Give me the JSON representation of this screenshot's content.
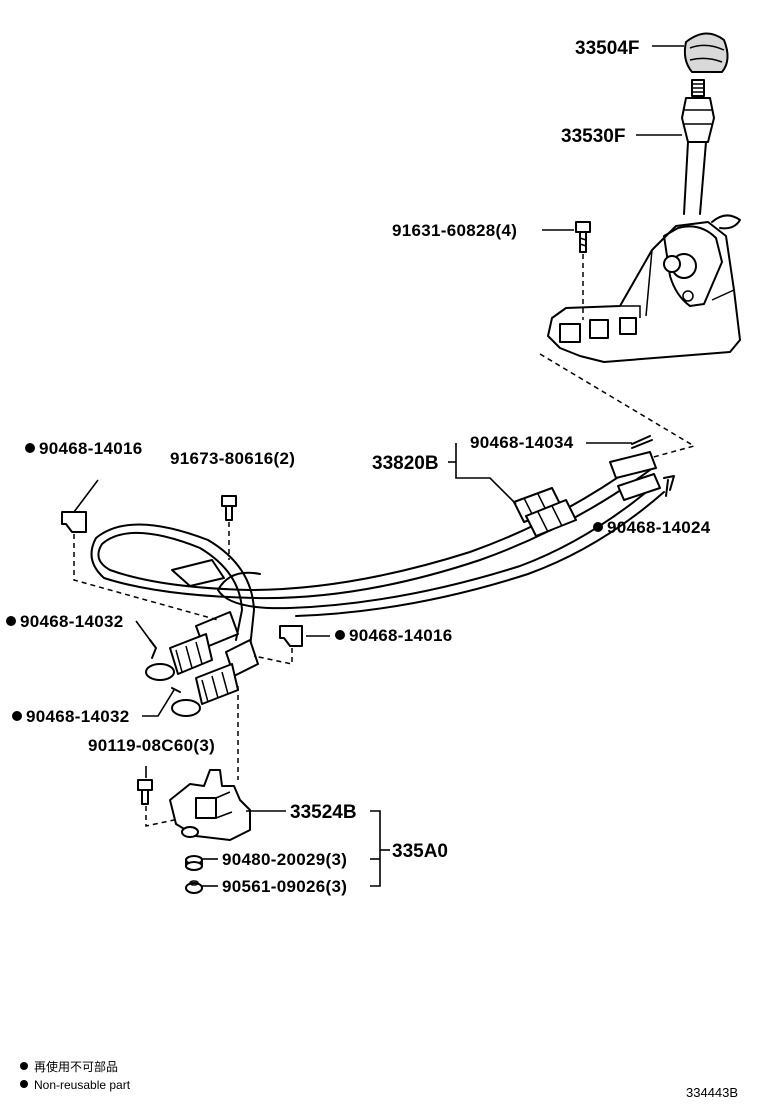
{
  "labels": {
    "knob": "33504F",
    "lever": "33530F",
    "bolt_top": "91631-60828(4)",
    "cable_assembly": "33820B",
    "clip_top": "90468-14034",
    "clip_right": "90468-14024",
    "clip_left_top": "90468-14016",
    "bolt_mid": "91673-80616(2)",
    "clip_left_1": "90468-14032",
    "clip_mid_right": "90468-14016",
    "clip_left_2": "90468-14032",
    "bolt_bracket": "90119-08C60(3)",
    "bracket": "33524B",
    "set": "335A0",
    "nut_1": "90480-20029(3)",
    "nut_2": "90561-09026(3)"
  },
  "non_reusable_marks": [
    "clip_left_top",
    "clip_right",
    "clip_left_1",
    "clip_mid_right",
    "clip_left_2"
  ],
  "legend": {
    "line_jp": "再使用不可部品",
    "line_en": "Non-reusable part"
  },
  "diagram_code": "334443B"
}
